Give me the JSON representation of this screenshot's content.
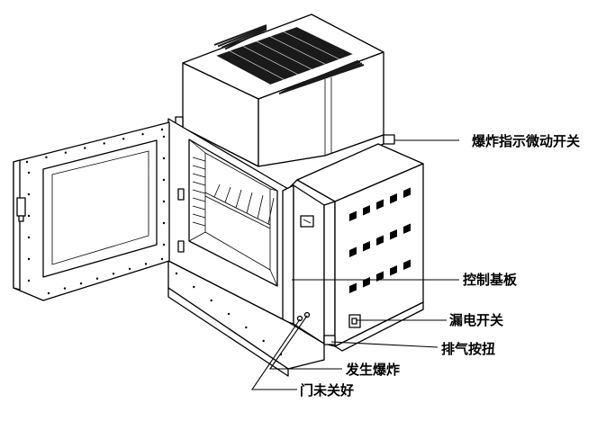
{
  "labels": {
    "explosion_micro_switch": "爆炸指示微动开关",
    "control_board": "控制基板",
    "leakage_switch": "漏电开关",
    "exhaust_button": "排气按扭",
    "explosion_occurred": "发生爆炸",
    "door_not_closed": "门未关好"
  },
  "colors": {
    "line": "#000000",
    "vent": "#1a1a1a",
    "background": "#ffffff"
  }
}
